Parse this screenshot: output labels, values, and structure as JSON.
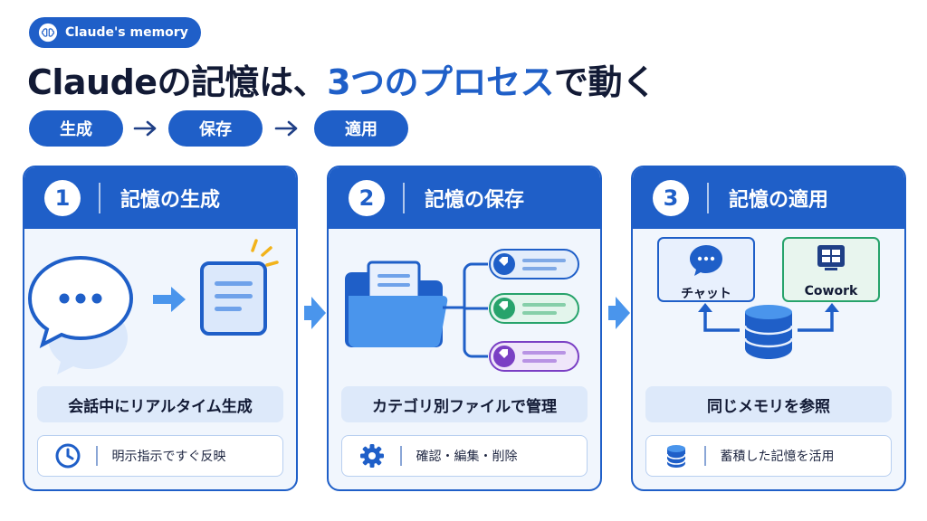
{
  "header": {
    "badge": "Claude's memory",
    "title_part1": "Claudeの記憶は、",
    "title_part2": "3つのプロセス",
    "title_part3": "で動く"
  },
  "flow": {
    "steps": [
      "生成",
      "保存",
      "適用"
    ]
  },
  "cards": [
    {
      "number": "1",
      "title": "記憶の生成",
      "caption": "会話中にリアルタイム生成",
      "footer": "明示指示ですぐ反映",
      "footer_icon": "clock-icon"
    },
    {
      "number": "2",
      "title": "記憶の保存",
      "caption": "カテゴリ別ファイルで管理",
      "footer": "確認・編集・削除",
      "footer_icon": "gear-icon"
    },
    {
      "number": "3",
      "title": "記憶の適用",
      "caption": "同じメモリを参照",
      "footer": "蓄積した記憶を活用",
      "footer_icon": "database-icon",
      "chat_label": "チャット",
      "cowork_label": "Cowork"
    }
  ],
  "colors": {
    "primary": "#1f5fc8",
    "light_bg": "#f1f6fd",
    "tag_blue": "#1f5fc8",
    "tag_green": "#27a36b",
    "tag_purple": "#7a3fc4",
    "arrow": "#4a95ec"
  }
}
